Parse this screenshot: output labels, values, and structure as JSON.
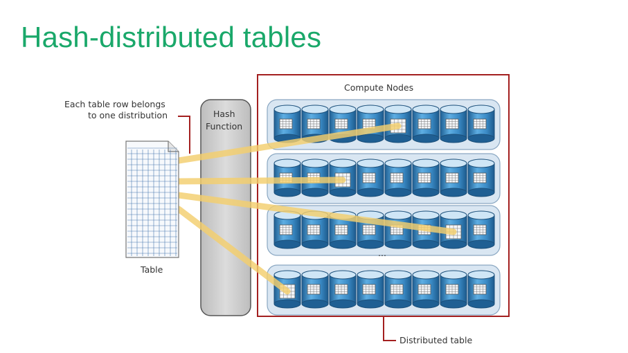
{
  "title": "Hash-distributed tables",
  "annotations": {
    "row_note_line1": "Each table row belongs",
    "row_note_line2": "to one distribution",
    "hash_line1": "Hash",
    "hash_line2": "Function",
    "compute_nodes": "Compute Nodes",
    "table": "Table",
    "ellipsis": "...",
    "distributed_table": "Distributed table"
  },
  "nodes": {
    "rows_shown": 4,
    "databases_per_row": 8
  },
  "colors": {
    "title": "#1aa86a",
    "frame": "#a31f1f",
    "hash_fill": "#cfcfcf",
    "row_fill": "#d9e6f2",
    "cylinder": "#3f90c9",
    "cylinder_top": "#cfe6f6",
    "flow": "#f4cf6e"
  }
}
